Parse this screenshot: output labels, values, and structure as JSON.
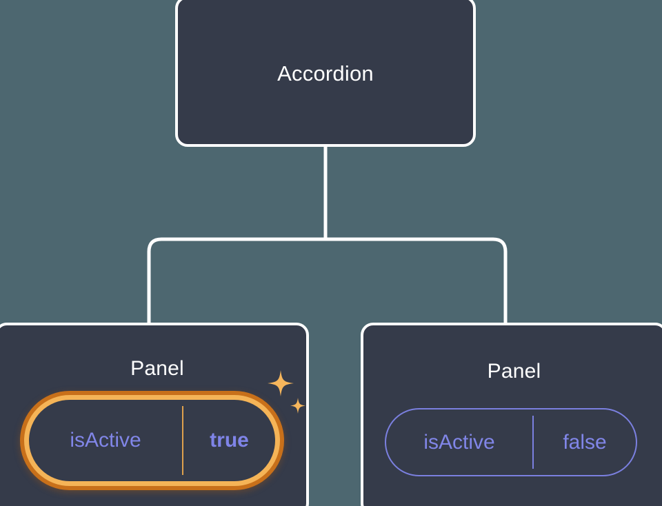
{
  "theme": {
    "background": "#4d6770",
    "node_fill": "#353b4a",
    "node_border": "#ffffff",
    "connector": "#ffffff",
    "prop_purple": "#8186e8",
    "prop_border_purple": "#7b80e0",
    "highlight_inner": "#f5b457",
    "highlight_outer": "#c8701a",
    "sparkle": "#f6b65c"
  },
  "tree": {
    "root": {
      "title": "Accordion"
    },
    "children": [
      {
        "title": "Panel",
        "prop": {
          "key": "isActive",
          "value": "true",
          "highlighted": true,
          "value_bold": true
        },
        "sparkle_icons": [
          "sparkle-large-icon",
          "sparkle-small-icon"
        ]
      },
      {
        "title": "Panel",
        "prop": {
          "key": "isActive",
          "value": "false",
          "highlighted": false,
          "value_bold": false
        },
        "sparkle_icons": []
      }
    ]
  }
}
